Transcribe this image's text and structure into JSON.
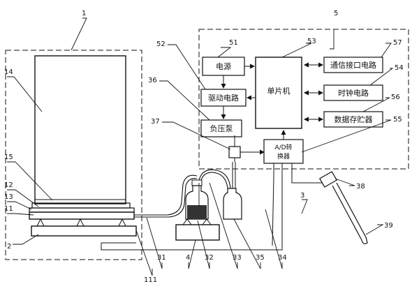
{
  "blocks": {
    "power": "电源",
    "drive": "驱动电路",
    "mcu": "单片机",
    "comm": "通信接口电路",
    "clock": "时钟电路",
    "storage": "数据存贮器",
    "pump": "负压泵",
    "adc_line1": "A/D转",
    "adc_line2": "换器"
  },
  "refs": {
    "r1": "1",
    "r2": "2",
    "r3": "3",
    "r4": "4",
    "r5": "5",
    "r11": "11",
    "r12": "12",
    "r13": "13",
    "r14": "14",
    "r15": "15",
    "r31": "31",
    "r32": "32",
    "r33": "33",
    "r34": "34",
    "r35": "35",
    "r36": "36",
    "r37": "37",
    "r38": "38",
    "r39": "39",
    "r51": "51",
    "r52": "52",
    "r53": "53",
    "r54": "54",
    "r55": "55",
    "r56": "56",
    "r57": "57",
    "r111": "111"
  }
}
